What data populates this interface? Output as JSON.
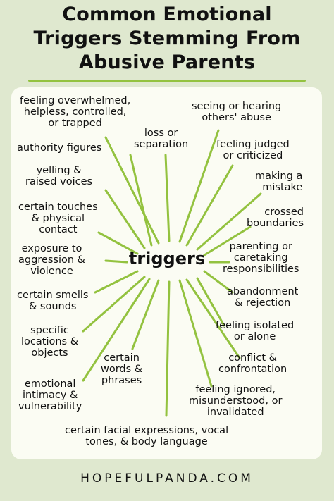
{
  "title": {
    "line1": "Common Emotional",
    "line2": "Triggers Stemming From",
    "line3": "Abusive Parents"
  },
  "center_label": "triggers",
  "triggers": [
    {
      "line1": "feeling overwhelmed,",
      "line2": "helpless, controlled,",
      "line3": "or trapped"
    },
    {
      "line1": "seeing or hearing",
      "line2": "others' abuse"
    },
    {
      "line1": "loss or",
      "line2": "separation"
    },
    {
      "line1": "authority figures"
    },
    {
      "line1": "feeling judged",
      "line2": "or criticized"
    },
    {
      "line1": "yelling &",
      "line2": "raised voices"
    },
    {
      "line1": "making a",
      "line2": "mistake"
    },
    {
      "line1": "certain touches",
      "line2": "& physical",
      "line3": "contact"
    },
    {
      "line1": "crossed",
      "line2": "boundaries"
    },
    {
      "line1": "exposure to",
      "line2": "aggression &",
      "line3": "violence"
    },
    {
      "line1": "parenting or",
      "line2": "caretaking",
      "line3": "responsibilities"
    },
    {
      "line1": "certain smells",
      "line2": "& sounds"
    },
    {
      "line1": "abandonment",
      "line2": "& rejection"
    },
    {
      "line1": "specific",
      "line2": "locations &",
      "line3": "objects"
    },
    {
      "line1": "feeling isolated",
      "line2": "or alone"
    },
    {
      "line1": "certain",
      "line2": "words &",
      "line3": "phrases"
    },
    {
      "line1": "conflict &",
      "line2": "confrontation"
    },
    {
      "line1": "emotional",
      "line2": "intimacy &",
      "line3": "vulnerability"
    },
    {
      "line1": "feeling ignored,",
      "line2": "misunderstood, or",
      "line3": "invalidated"
    },
    {
      "line1": "certain facial expressions, vocal",
      "line2": "tones, & body language"
    }
  ],
  "footer": "HOPEFULPANDA.COM",
  "colors": {
    "background": "#dfe8cf",
    "card": "#fbfcf3",
    "accent": "#93c23f",
    "text": "#111111"
  }
}
